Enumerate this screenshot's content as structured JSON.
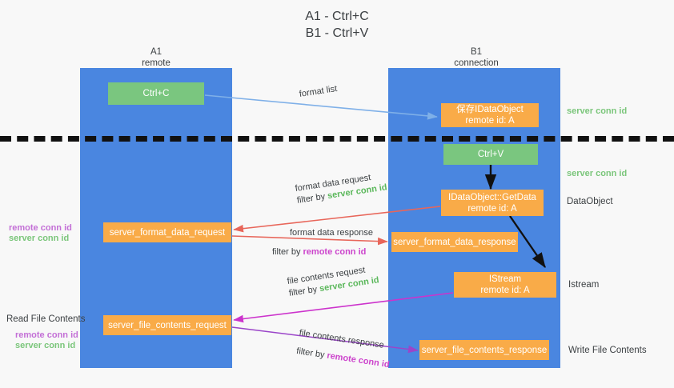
{
  "title": {
    "line1": "A1 - Ctrl+C",
    "line2": "B1 - Ctrl+V"
  },
  "colors": {
    "lane": "#4a86e0",
    "green_box": "#7ac67f",
    "orange_box": "#f9ab48",
    "server_conn_id": "#5cb85c",
    "remote_conn_id": "#cc44cc",
    "blue_arrow": "#7fb0e8",
    "red_arrow": "#e8665a",
    "magenta_arrow": "#cc33cc",
    "purple_arrow": "#9b45c9",
    "black_arrow": "#111111",
    "background": "#f8f8f8"
  },
  "columns": [
    {
      "name": "A1",
      "sub": "remote"
    },
    {
      "name": "B1",
      "sub": "connection"
    }
  ],
  "boxes": {
    "ctrl_c": {
      "line1": "Ctrl+C"
    },
    "ctrl_v": {
      "line1": "Ctrl+V"
    },
    "idataobject": {
      "line1": "保存IDataObject",
      "line2": "remote id: A"
    },
    "getdata": {
      "line1": "IDataObject::GetData",
      "line2": "remote id: A"
    },
    "istream": {
      "line1": "IStream",
      "line2": "remote id: A"
    },
    "fmt_data_request": {
      "line1": "server_format_data_request"
    },
    "fmt_data_response": {
      "line1": "server_format_data_response"
    },
    "file_contents_request": {
      "line1": "server_file_contents_request"
    },
    "file_contents_response": {
      "line1": "server_file_contents_response"
    }
  },
  "edges": {
    "format_list": {
      "label": "format list"
    },
    "fmt_req": {
      "line1": "format data request",
      "filter_prefix": "filter by ",
      "filter_value": "server conn id"
    },
    "fmt_resp": {
      "line1": "format data response",
      "filter_prefix": "filter by ",
      "filter_value": "remote conn id"
    },
    "file_req": {
      "line1": "file contents request",
      "filter_prefix": "filter by ",
      "filter_value": "server conn id"
    },
    "file_resp": {
      "line1": "file contents response",
      "filter_prefix": "filter by ",
      "filter_value": "remote conn id"
    }
  },
  "right_labels": {
    "server_conn_id_top": "server conn id",
    "server_conn_id_mid": "server conn id",
    "dataobject": "DataObject",
    "istream": "Istream",
    "write_file_contents": "Write File Contents"
  },
  "left_labels": {
    "remote_conn_id_1": "remote conn id",
    "server_conn_id_1": "server conn id",
    "read_file_contents": "Read File Contents",
    "remote_conn_id_2": "remote conn id",
    "server_conn_id_2": "server conn id"
  }
}
